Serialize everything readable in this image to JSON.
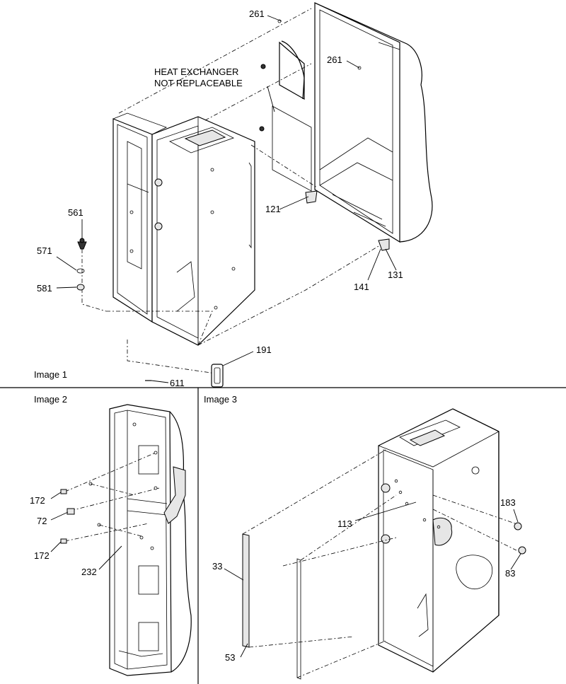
{
  "panels": [
    {
      "id": "image1",
      "title": "Image 1"
    },
    {
      "id": "image2",
      "title": "Image 2"
    },
    {
      "id": "image3",
      "title": "Image 3"
    }
  ],
  "note": {
    "line1": "HEAT EXCHANGER",
    "line2": "NOT REPLACEABLE"
  },
  "callouts": {
    "image1": [
      "261",
      "261",
      "121",
      "131",
      "141",
      "561",
      "571",
      "581",
      "191",
      "611"
    ],
    "image2": [
      "172",
      "72",
      "172",
      "232"
    ],
    "image3": [
      "113",
      "183",
      "83",
      "33",
      "53"
    ]
  }
}
